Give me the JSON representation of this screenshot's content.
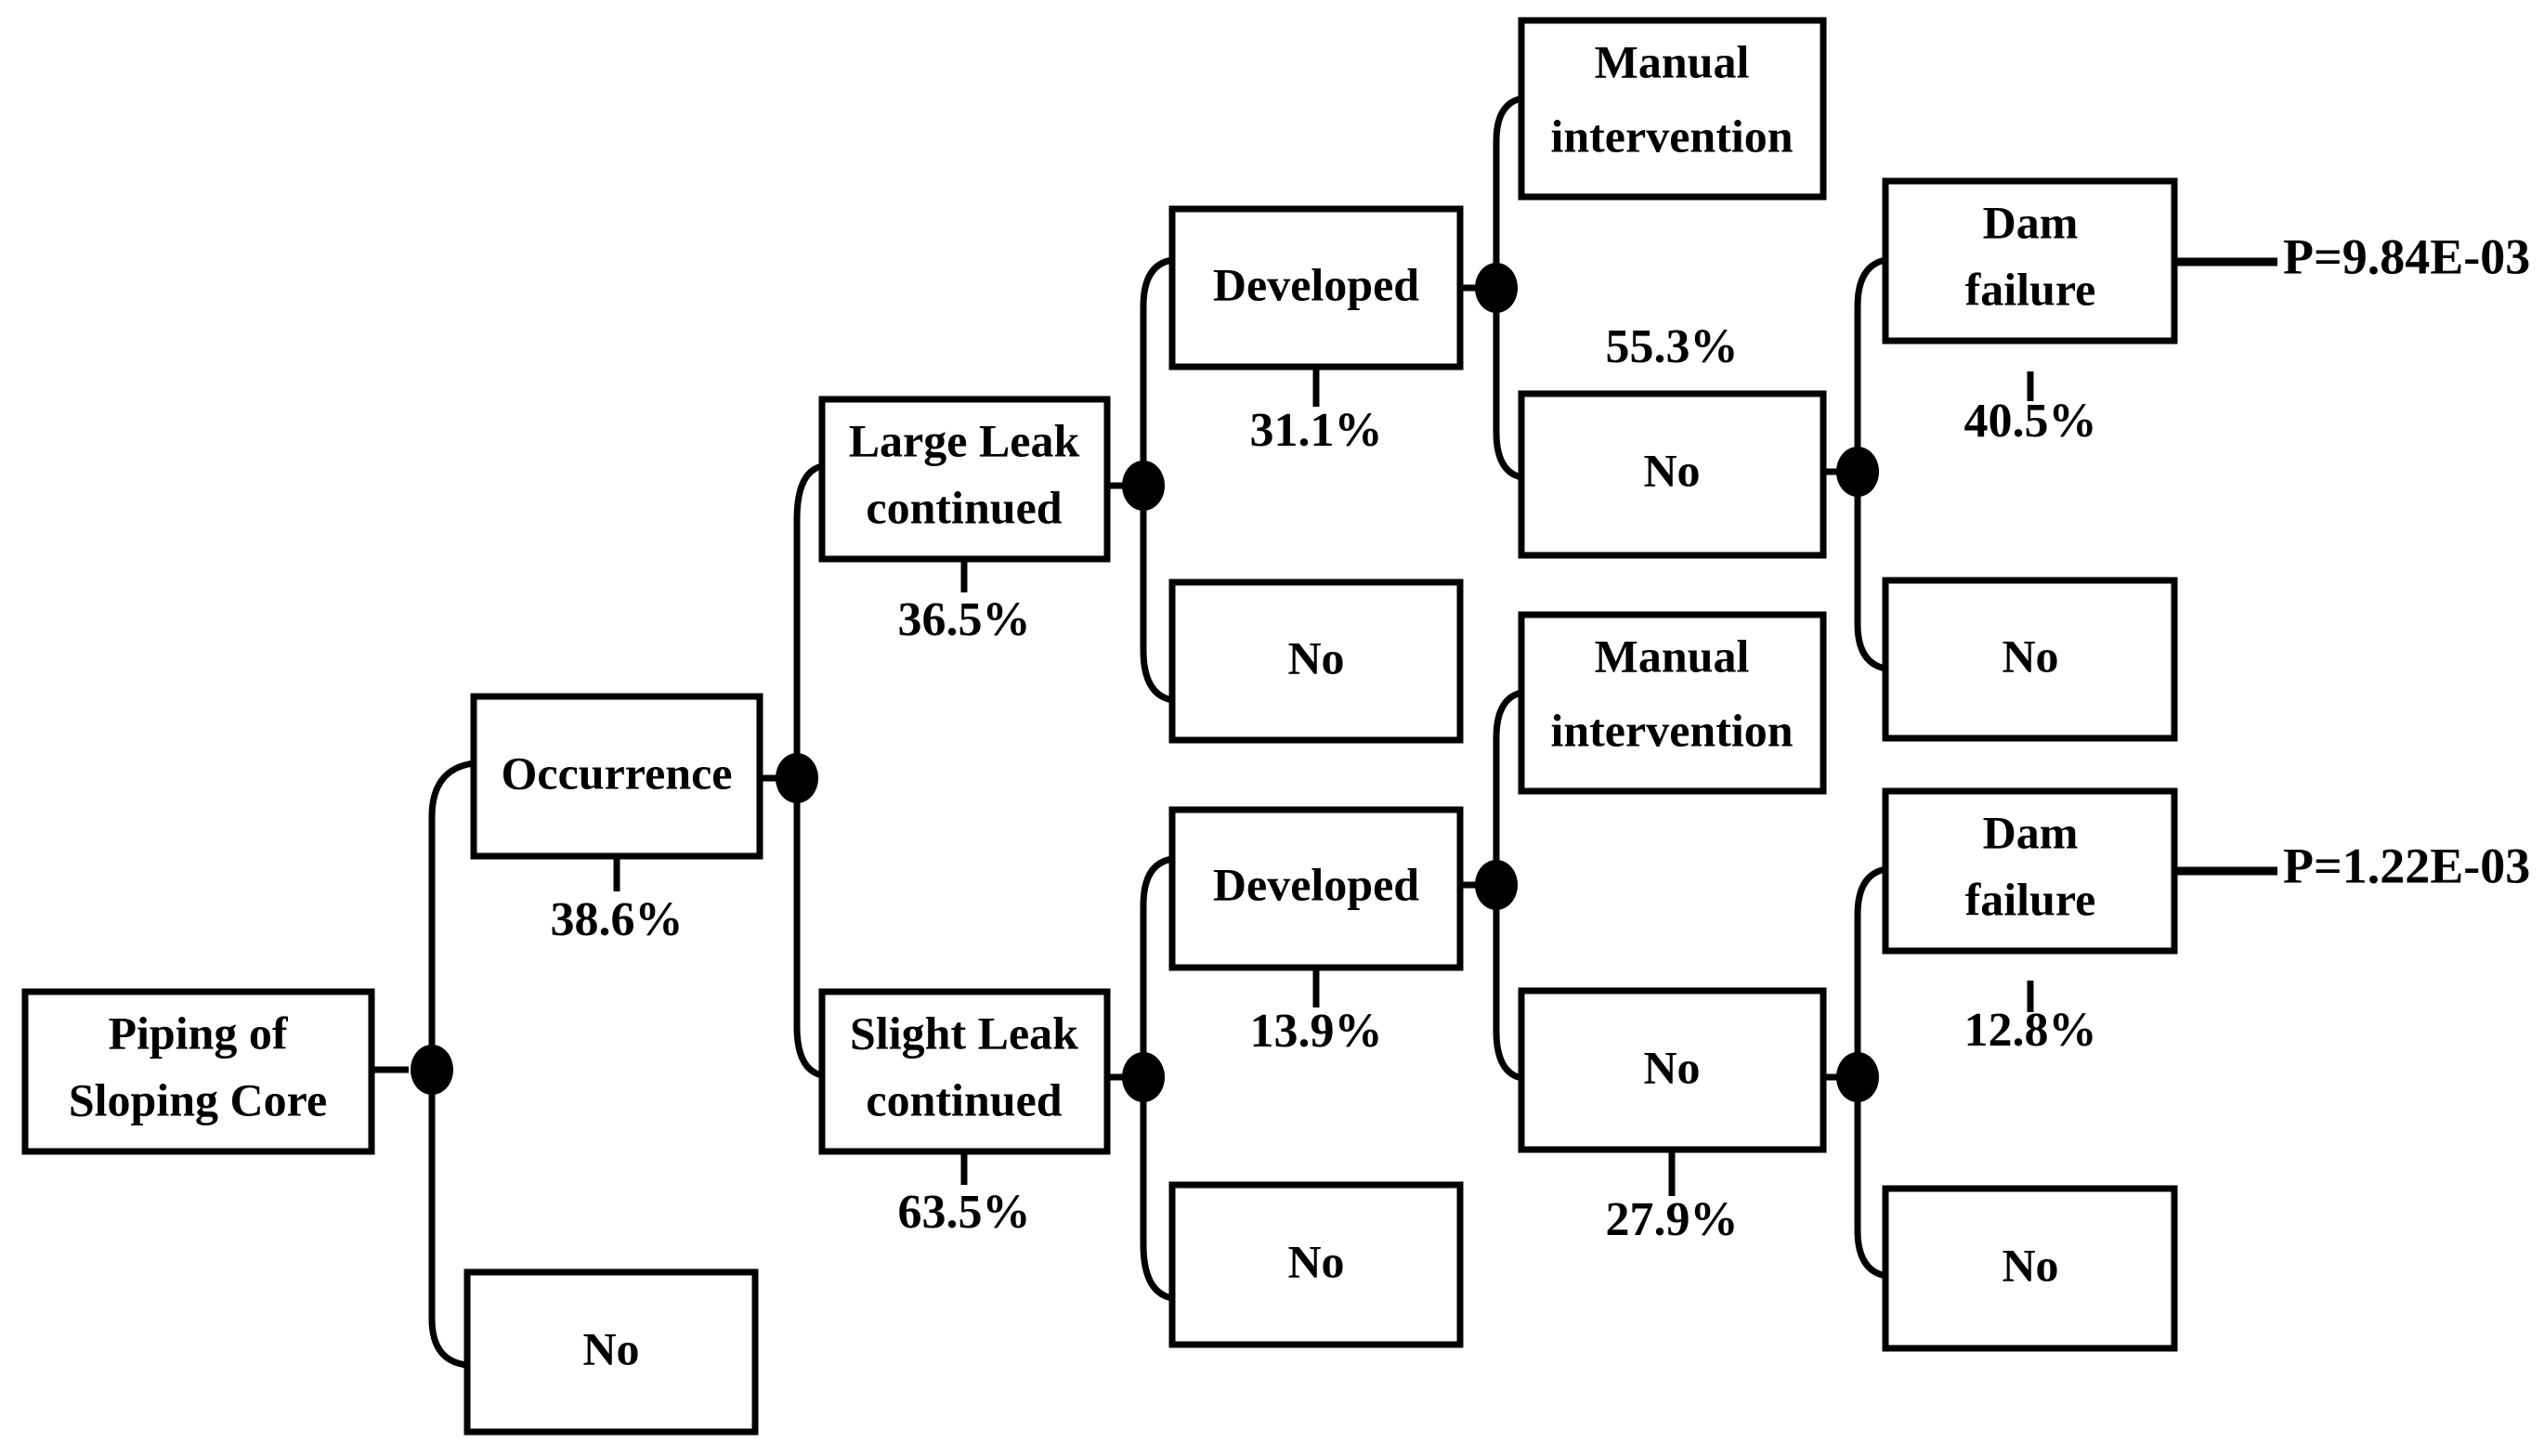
{
  "diagram": {
    "type": "event-tree",
    "title_visible": false,
    "stroke_color": "#000000",
    "fill_color": "#ffffff",
    "background": "#ffffff"
  },
  "nodes": {
    "initiating_event": {
      "label_line1": "Piping of",
      "label_line2": "Sloping Core"
    },
    "occurrence": {
      "label": "Occurrence",
      "percent": "38.6%"
    },
    "occurrence_no": {
      "label": "No"
    },
    "large_leak": {
      "label_line1": "Large Leak",
      "label_line2": "continued",
      "percent": "36.5%"
    },
    "slight_leak": {
      "label_line1": "Slight Leak",
      "label_line2": "continued",
      "percent": "63.5%"
    },
    "developed_upper": {
      "label": "Developed",
      "percent": "31.1%"
    },
    "developed_upper_no": {
      "label": "No"
    },
    "developed_lower": {
      "label": "Developed",
      "percent": "13.9%"
    },
    "developed_lower_no": {
      "label": "No"
    },
    "manual_upper": {
      "label_line1": "Manual",
      "label_line2": "intervention"
    },
    "manual_upper_no": {
      "label": "No",
      "percent": "55.3%"
    },
    "manual_lower": {
      "label_line1": "Manual",
      "label_line2": "intervention"
    },
    "manual_lower_no": {
      "label": "No",
      "percent": "27.9%"
    },
    "dam_failure_upper": {
      "label_line1": "Dam",
      "label_line2": "failure",
      "percent": "40.5%"
    },
    "dam_failure_upper_no": {
      "label": "No"
    },
    "dam_failure_lower": {
      "label_line1": "Dam",
      "label_line2": "failure",
      "percent": "12.8%"
    },
    "dam_failure_lower_no": {
      "label": "No"
    }
  },
  "outcomes": {
    "upper": {
      "probability": "P=9.84E-03"
    },
    "lower": {
      "probability": "P=1.22E-03"
    }
  },
  "chart_data": {
    "type": "tree",
    "title": "",
    "branch_probabilities": [
      {
        "node": "Occurrence",
        "value": 38.6,
        "unit": "%"
      },
      {
        "node": "Large Leak continued",
        "value": 36.5,
        "unit": "%"
      },
      {
        "node": "Slight Leak continued",
        "value": 63.5,
        "unit": "%"
      },
      {
        "node": "Developed (large leak path)",
        "value": 31.1,
        "unit": "%"
      },
      {
        "node": "Developed (slight leak path)",
        "value": 13.9,
        "unit": "%"
      },
      {
        "node": "Manual intervention No (upper)",
        "value": 55.3,
        "unit": "%"
      },
      {
        "node": "Manual intervention No (lower)",
        "value": 27.9,
        "unit": "%"
      },
      {
        "node": "Dam failure (upper)",
        "value": 40.5,
        "unit": "%"
      },
      {
        "node": "Dam failure (lower)",
        "value": 12.8,
        "unit": "%"
      }
    ],
    "end_state_probabilities": [
      {
        "path": "upper dam failure",
        "label": "P=9.84E-03",
        "value": 0.00984
      },
      {
        "path": "lower dam failure",
        "label": "P=1.22E-03",
        "value": 0.00122
      }
    ]
  }
}
